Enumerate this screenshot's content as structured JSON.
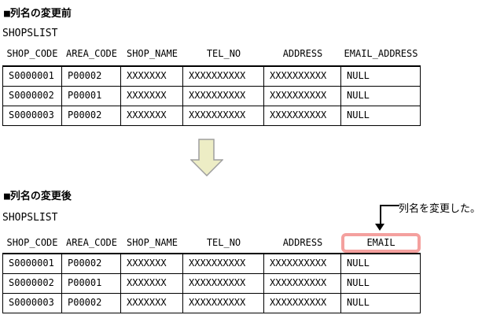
{
  "page": {
    "background": "#ffffff",
    "text_color": "#000000"
  },
  "before": {
    "heading": "■列名の変更前",
    "table_name": "SHOPSLIST",
    "columns": [
      "SHOP_CODE",
      "AREA_CODE",
      "SHOP_NAME",
      "TEL_NO",
      "ADDRESS",
      "EMAIL_ADDRESS"
    ],
    "rows": [
      [
        "S0000001",
        "P00002",
        "XXXXXXX",
        "XXXXXXXXXX",
        "XXXXXXXXXX",
        "NULL"
      ],
      [
        "S0000002",
        "P00001",
        "XXXXXXX",
        "XXXXXXXXXX",
        "XXXXXXXXXX",
        "NULL"
      ],
      [
        "S0000003",
        "P00002",
        "XXXXXXX",
        "XXXXXXXXXX",
        "XXXXXXXXXX",
        "NULL"
      ]
    ]
  },
  "transition": {
    "arrow_icon": "down-arrow",
    "arrow_fill": "#EDEDC5",
    "arrow_stroke": "#9E9E9E"
  },
  "after": {
    "heading": "■列名の変更後",
    "table_name": "SHOPSLIST",
    "columns": [
      "SHOP_CODE",
      "AREA_CODE",
      "SHOP_NAME",
      "TEL_NO",
      "ADDRESS",
      "EMAIL"
    ],
    "highlighted_column": "EMAIL",
    "highlight_color": "#F4A09E",
    "annotation": "列名を変更した。",
    "rows": [
      [
        "S0000001",
        "P00002",
        "XXXXXXX",
        "XXXXXXXXXX",
        "XXXXXXXXXX",
        "NULL"
      ],
      [
        "S0000002",
        "P00001",
        "XXXXXXX",
        "XXXXXXXXXX",
        "XXXXXXXXXX",
        "NULL"
      ],
      [
        "S0000003",
        "P00002",
        "XXXXXXX",
        "XXXXXXXXXX",
        "XXXXXXXXXX",
        "NULL"
      ]
    ]
  }
}
